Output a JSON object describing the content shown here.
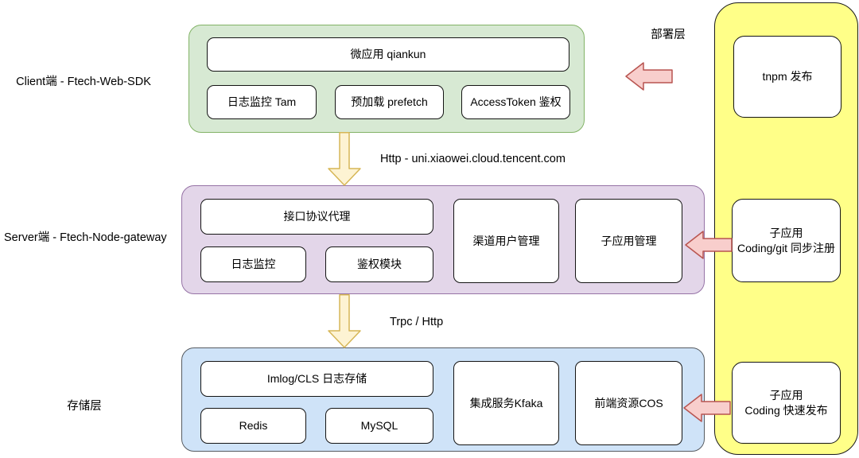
{
  "palette": {
    "client_fill": "#d7e9d3",
    "client_border": "#82b366",
    "server_fill": "#e3d6e9",
    "server_border": "#9673a6",
    "storage_fill": "#cfe3f8",
    "storage_border": "#565b61",
    "deploy_fill": "#ffff88",
    "deploy_border": "#1a1a1a",
    "down_arrow_fill": "#fdf3d3",
    "down_arrow_border": "#d6b656",
    "left_arrow_fill": "#f8cecc",
    "left_arrow_border": "#b85450",
    "node_fill": "#ffffff",
    "node_border": "#141414"
  },
  "client_layer": {
    "side_label": "Client端 - Ftech-Web-SDK",
    "wide_node": "微应用 qiankun",
    "nodes": [
      "日志监控 Tam",
      "预加载 prefetch",
      "AccessToken 鉴权"
    ]
  },
  "server_layer": {
    "side_label": "Server端 - Ftech-Node-gateway",
    "wide_node": "接口协议代理",
    "small_nodes": [
      "日志监控",
      "鉴权模块"
    ],
    "tall_nodes": [
      "渠道用户管理",
      "子应用管理"
    ]
  },
  "storage_layer": {
    "side_label": "存储层",
    "wide_node": "Imlog/CLS 日志存储",
    "small_nodes": [
      "Redis",
      "MySQL"
    ],
    "tall_nodes": [
      "集成服务Kfaka",
      "前端资源COS"
    ]
  },
  "deploy_layer": {
    "side_label": "部署层",
    "nodes": [
      [
        "tnpm 发布"
      ],
      [
        "子应用",
        "Coding/git 同步注册"
      ],
      [
        "子应用",
        "Coding 快速发布"
      ]
    ]
  },
  "connections": {
    "client_to_server": "Http - uni.xiaowei.cloud.tencent.com",
    "server_to_storage": "Trpc / Http"
  }
}
